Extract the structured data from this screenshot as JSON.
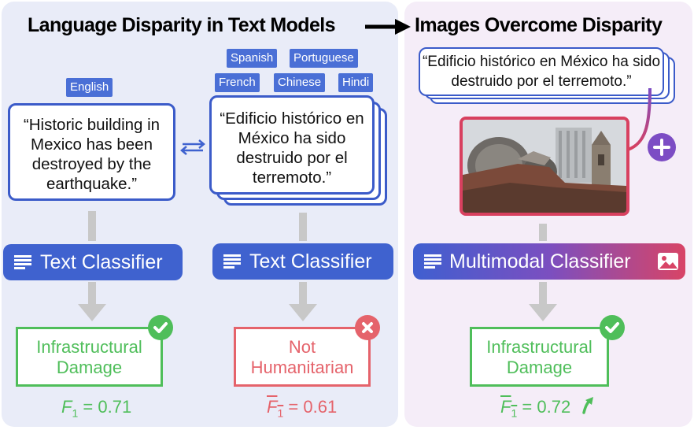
{
  "titles": {
    "left": "Language Disparity in Text Models",
    "right": "Images Overcome Disparity"
  },
  "languages": {
    "english": "English",
    "others": [
      "Spanish",
      "Portuguese",
      "French",
      "Chinese",
      "Hindi"
    ]
  },
  "quotes": {
    "english": "“Historic building in Mexico has been destroyed by the earthquake.”",
    "spanish": "“Edificio histórico en México ha sido destruido por el terremoto.”",
    "spanish_right": "“Edificio histórico en México ha sido destruido por el terremoto.”"
  },
  "classifiers": {
    "left": "Text Classifier",
    "middle": "Text Classifier",
    "right": "Multimodal Classifier"
  },
  "results": {
    "left": "Infrastructural Damage",
    "middle": "Not Humanitarian",
    "right": "Infrastructural Damage"
  },
  "scores": {
    "left": {
      "symbol": "F",
      "subscript": "1",
      "equals": "=",
      "value": "0.71"
    },
    "middle": {
      "symbol": "F",
      "subscript": "1",
      "equals": "=",
      "value": "0.61"
    },
    "right": {
      "symbol": "F",
      "subscript": "1",
      "equals": "=",
      "value": "0.72"
    }
  },
  "colors": {
    "blue": "#3f62cf",
    "green": "#4fbe5a",
    "red": "#e5636b",
    "purple": "#7c4dc4"
  },
  "icons": [
    "arrow-right-icon",
    "swap-arrows-icon",
    "plus-icon",
    "text-lines-icon",
    "image-icon",
    "check-icon",
    "cross-icon",
    "arrow-up-icon"
  ]
}
